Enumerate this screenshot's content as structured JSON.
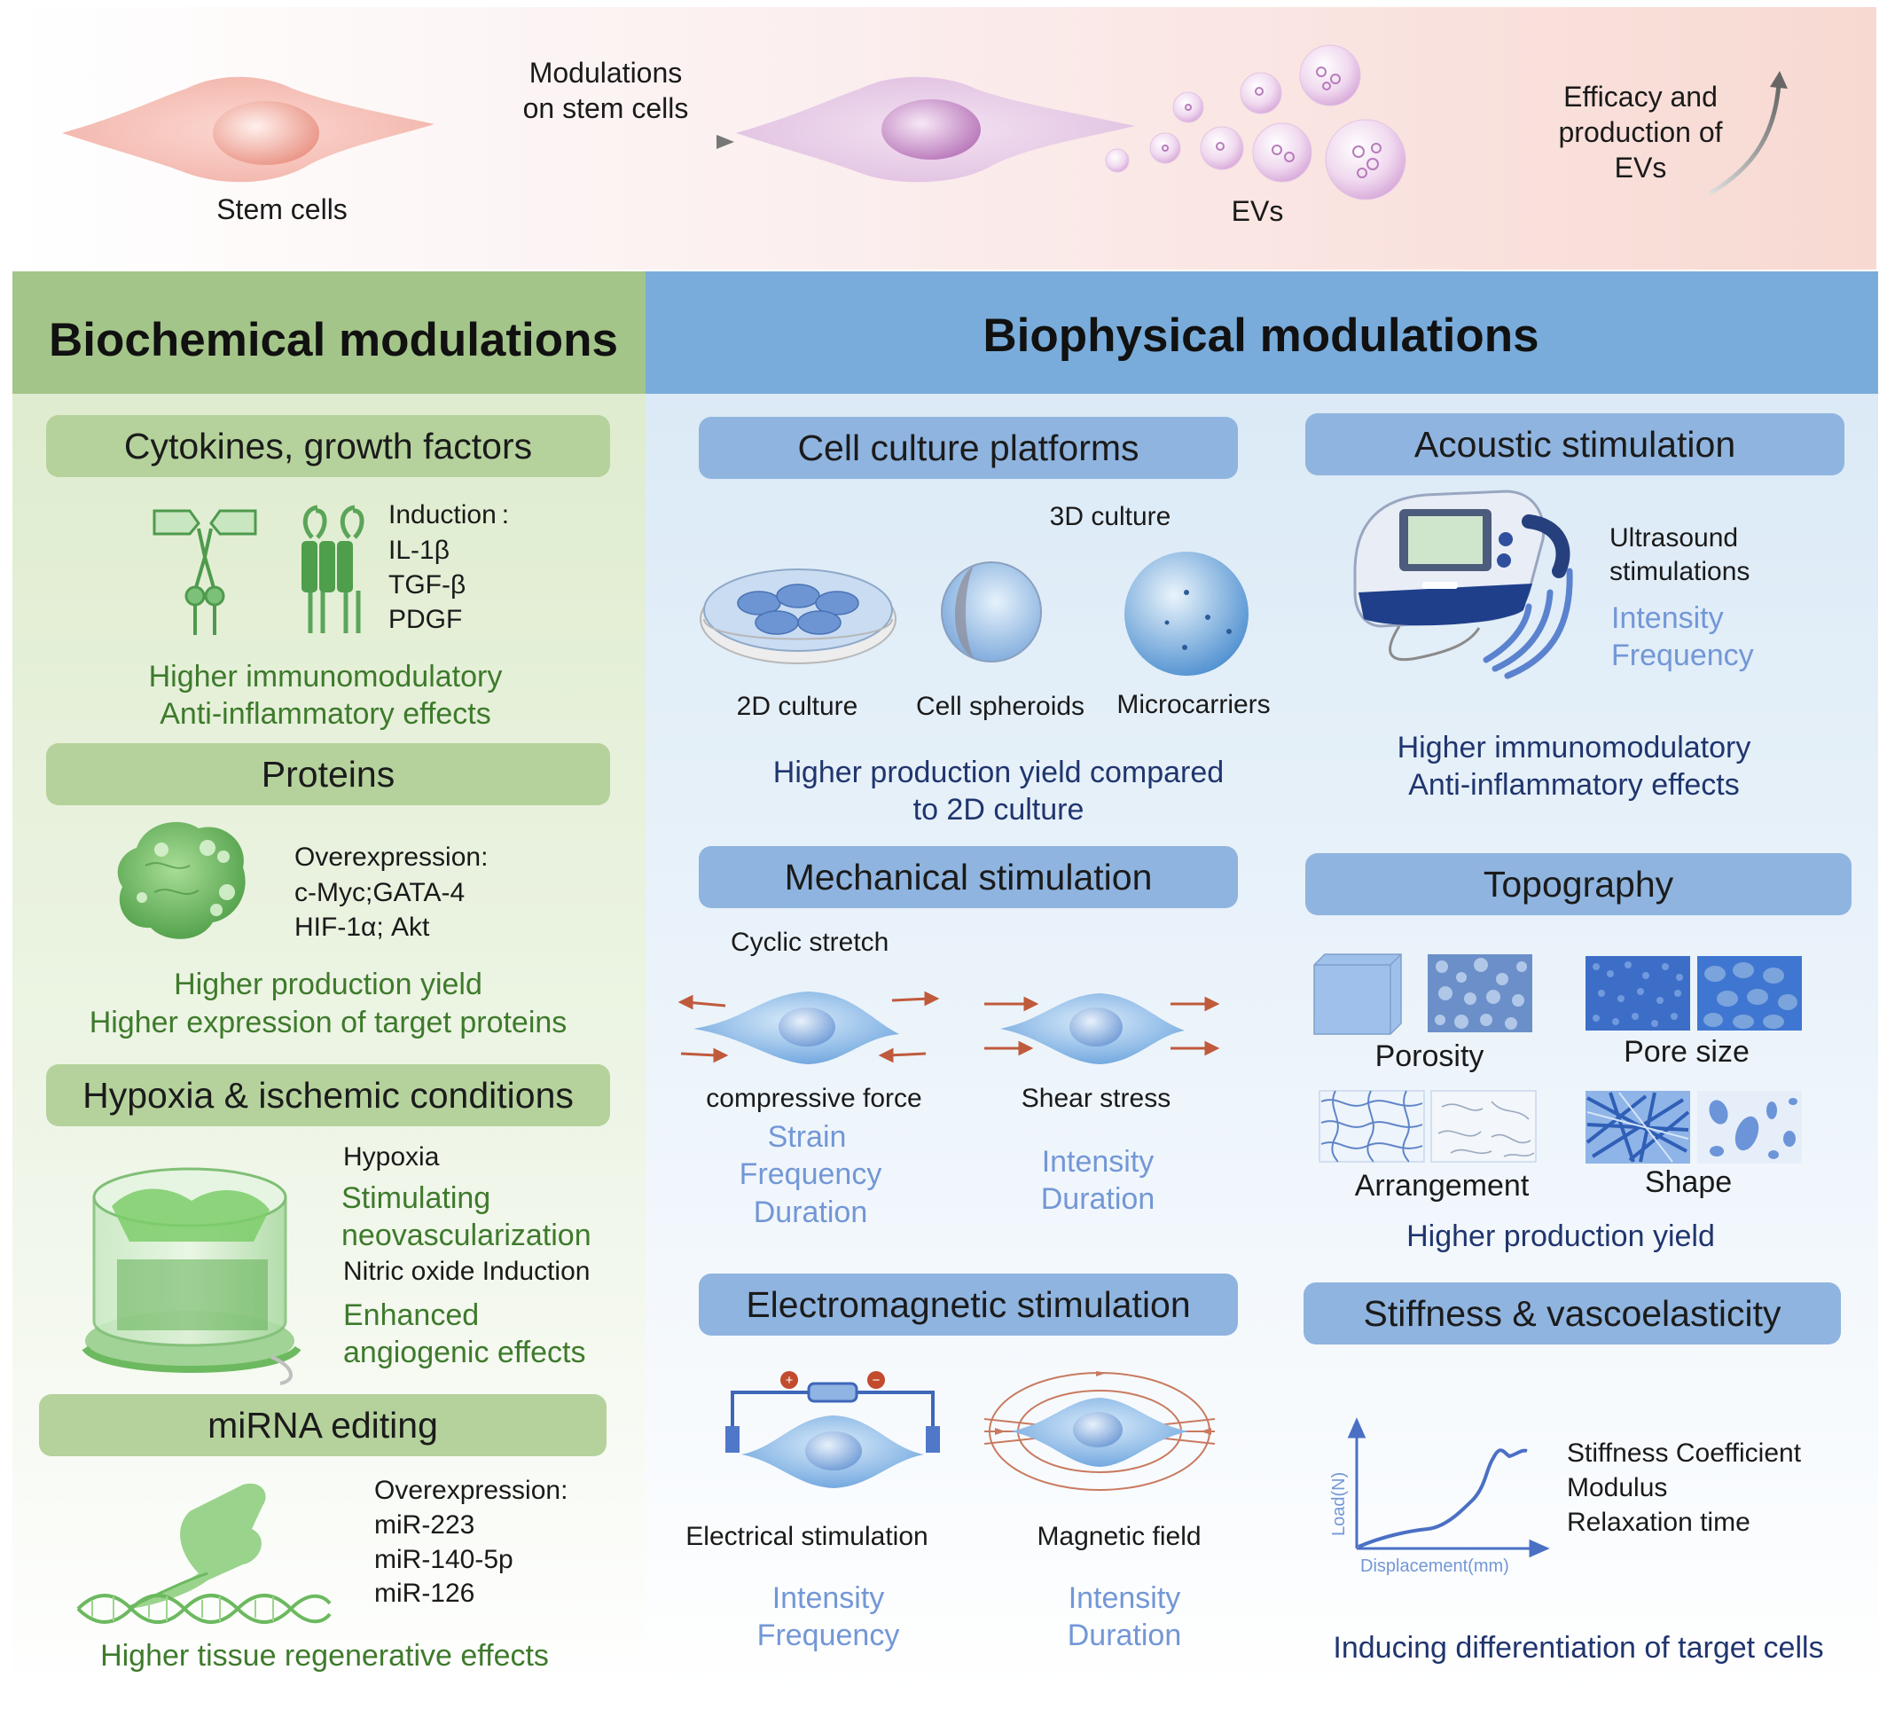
{
  "top": {
    "stem_cells": "Stem cells",
    "modulations_line1": "Modulations",
    "modulations_line2": "on stem cells",
    "evs": "EVs",
    "efficacy_line1": "Efficacy and",
    "efficacy_line2": "production of",
    "efficacy_line3": "EVs"
  },
  "left": {
    "header": "Biochemical modulations",
    "cytokines": {
      "title": "Cytokines, growth factors",
      "list": [
        "Induction :",
        "IL-1β",
        "TGF-β",
        "PDGF"
      ],
      "effects": [
        "Higher immunomodulatory",
        "Anti-inflammatory effects"
      ]
    },
    "proteins": {
      "title": "Proteins",
      "list": [
        "Overexpression:",
        "c-Myc;GATA-4",
        "HIF-1α; Akt"
      ],
      "effects": [
        "Higher production yield",
        "Higher expression of target proteins"
      ]
    },
    "hypoxia": {
      "title": "Hypoxia & ischemic conditions",
      "label1": "Hypoxia",
      "effect1": [
        "Stimulating",
        "neovascularization"
      ],
      "label2": "Nitric oxide Induction",
      "effect2": [
        "Enhanced",
        "angiogenic effects"
      ]
    },
    "mirna": {
      "title": "miRNA editing",
      "list": [
        "Overexpression:",
        "miR-223",
        "miR-140-5p",
        "miR-126"
      ],
      "effect": "Higher tissue regenerative effects"
    }
  },
  "right": {
    "header": "Biophysical modulations",
    "culture": {
      "title": "Cell culture platforms",
      "label_3d": "3D culture",
      "labels": [
        "2D culture",
        "Cell spheroids",
        "Microcarriers"
      ],
      "effects": [
        "Higher production yield compared",
        "to 2D culture"
      ]
    },
    "acoustic": {
      "title": "Acoustic stimulation",
      "label": [
        "Ultrasound",
        "stimulations"
      ],
      "params": [
        "Intensity",
        "Frequency"
      ],
      "effects": [
        "Higher immunomodulatory",
        "Anti-inflammatory effects"
      ]
    },
    "mechanical": {
      "title": "Mechanical stimulation",
      "cyclic": "Cyclic stretch",
      "compressive": "compressive force",
      "shear": "Shear stress",
      "params_left": [
        "Strain",
        "Frequency",
        "Duration"
      ],
      "params_right": [
        "Intensity",
        "Duration"
      ]
    },
    "topography": {
      "title": "Topography",
      "labels": [
        "Porosity",
        "Pore size",
        "Arrangement",
        "Shape"
      ],
      "effect": "Higher production yield"
    },
    "electromagnetic": {
      "title": "Electromagnetic stimulation",
      "electrical": "Electrical stimulation",
      "magnetic": "Magnetic field",
      "params_left": [
        "Intensity",
        "Frequency"
      ],
      "params_right": [
        "Intensity",
        "Duration"
      ],
      "plus": "+",
      "minus": "−"
    },
    "stiffness": {
      "title": "Stiffness & vascoelasticity",
      "ylabel": "Load(N)",
      "xlabel": "Displacement(mm)",
      "list": [
        "Stiffness Coefficient",
        "Modulus",
        "Relaxation time"
      ],
      "effect": "Inducing differentiation of target cells"
    }
  },
  "colors": {
    "green_text": "#3e7a2c",
    "navy_text": "#20356e",
    "light_blue_text": "#7397d6",
    "green_pill": "#b5d29c",
    "blue_pill": "#8fb4df"
  }
}
